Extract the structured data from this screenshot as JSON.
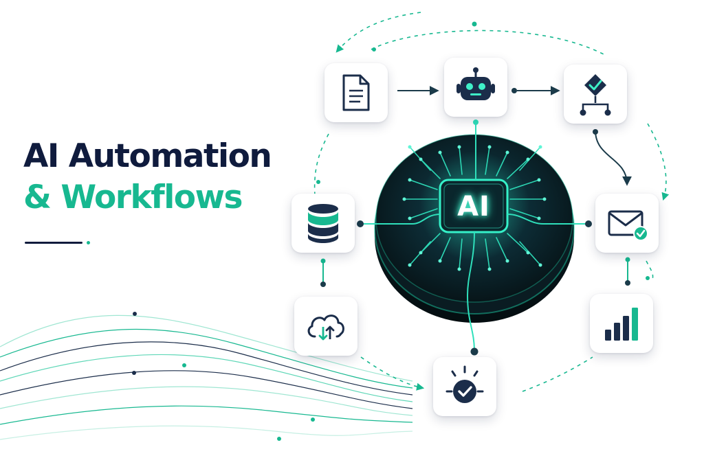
{
  "headline": {
    "line1": "AI Automation",
    "line2": "& Workflows"
  },
  "hub": {
    "label": "AI"
  },
  "colors": {
    "navy": "#0f1b3d",
    "teal": "#17b890",
    "glow": "#2fe0bb",
    "hub_dark": "#0b1d24"
  },
  "nodes": [
    {
      "icon": "document-icon"
    },
    {
      "icon": "robot-icon"
    },
    {
      "icon": "decision-flow-icon"
    },
    {
      "icon": "database-icon"
    },
    {
      "icon": "email-check-icon"
    },
    {
      "icon": "cloud-sync-icon"
    },
    {
      "icon": "bar-chart-icon"
    },
    {
      "icon": "check-badge-icon"
    }
  ]
}
